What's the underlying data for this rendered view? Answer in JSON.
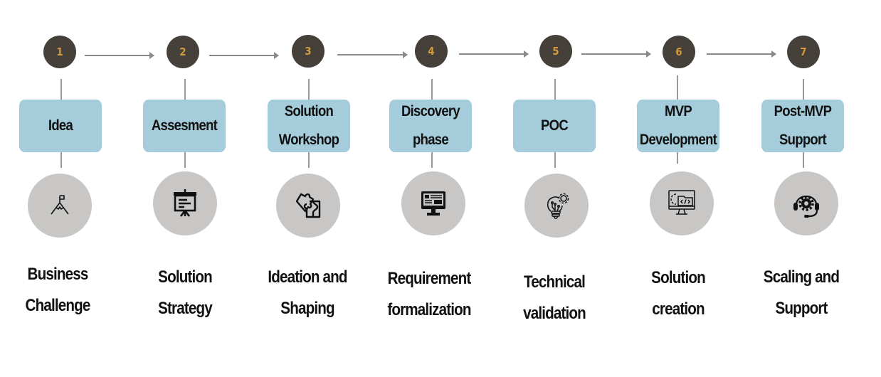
{
  "title": "Product development process",
  "colors": {
    "step_circle": "#45413a",
    "step_number": "#d39a3c",
    "phase_box": "#a5ccda",
    "icon_circle": "#c8c7c5",
    "connector": "#8a8a8a"
  },
  "steps": [
    {
      "number": "1",
      "phase": "Idea",
      "icon": "mountain-flag-icon",
      "outcome": "Business\nChallenge"
    },
    {
      "number": "2",
      "phase": "Assesment",
      "icon": "presentation-board-icon",
      "outcome": "Solution\nStrategy"
    },
    {
      "number": "3",
      "phase": "Solution\nWorkshop",
      "icon": "puzzle-icon",
      "outcome": "Ideation and\nShaping"
    },
    {
      "number": "4",
      "phase": "Discovery\nphase",
      "icon": "monitor-document-icon",
      "outcome": "Requirement\nformalization"
    },
    {
      "number": "5",
      "phase": "POC",
      "icon": "lightbulb-gear-icon",
      "outcome": "Technical\nvalidation"
    },
    {
      "number": "6",
      "phase": "MVP\nDevelopment",
      "icon": "monitor-code-icon",
      "outcome": "Solution\ncreation"
    },
    {
      "number": "7",
      "phase": "Post-MVP\nSupport",
      "icon": "headset-gear-icon",
      "outcome": "Scaling and\nSupport"
    }
  ]
}
